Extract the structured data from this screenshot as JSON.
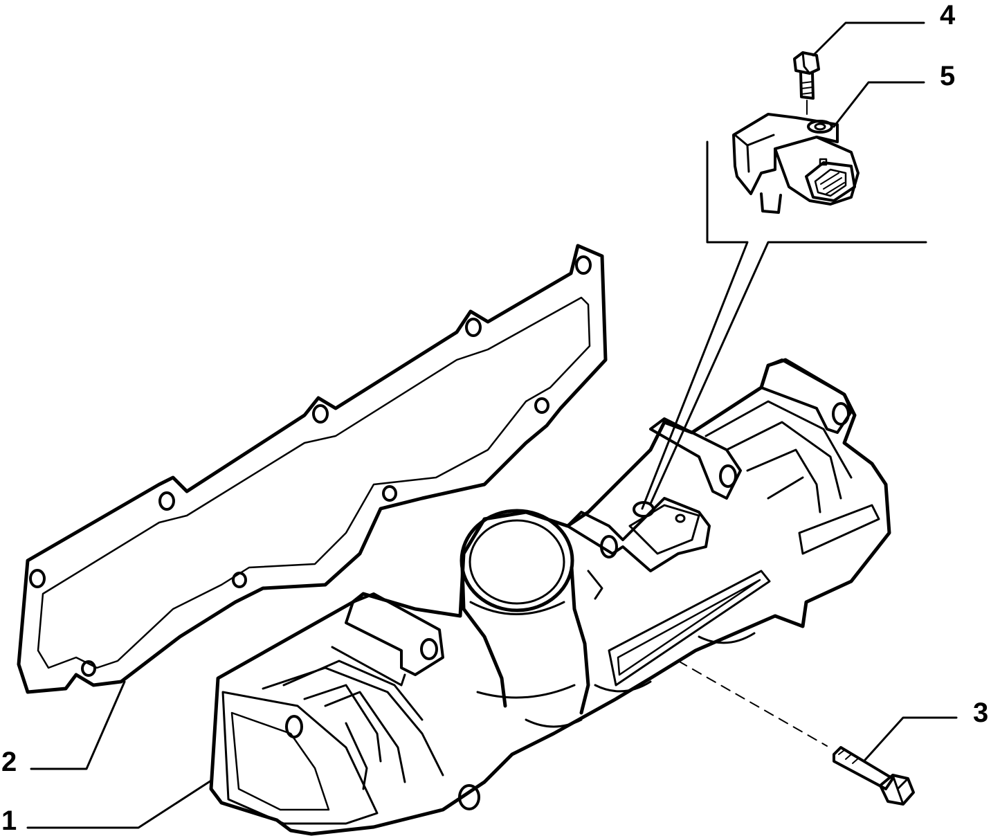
{
  "callouts": [
    {
      "id": "1",
      "label": "1",
      "part": "intake-manifold"
    },
    {
      "id": "2",
      "label": "2",
      "part": "manifold-gasket"
    },
    {
      "id": "3",
      "label": "3",
      "part": "manifold-bolt"
    },
    {
      "id": "4",
      "label": "4",
      "part": "sensor-screw"
    },
    {
      "id": "5",
      "label": "5",
      "part": "pressure-sensor"
    }
  ],
  "colors": {
    "line": "#000000",
    "background": "#ffffff"
  }
}
